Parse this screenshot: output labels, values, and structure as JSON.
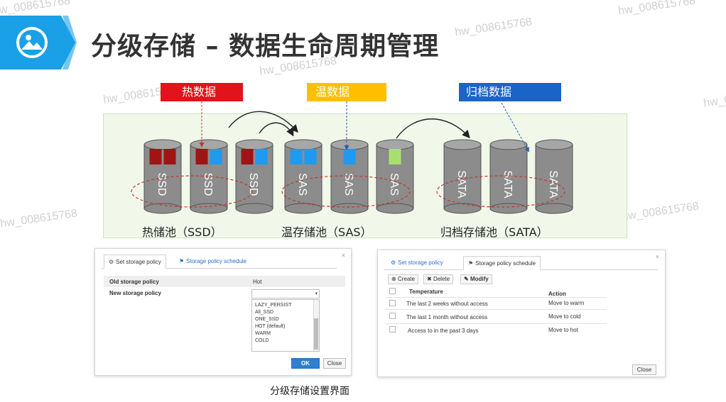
{
  "slide": {
    "title": "分级存储 – 数据生命周期管理",
    "caption": "分级存储设置界面",
    "watermark": "hw_008615768"
  },
  "diagram": {
    "tags": {
      "hot": "热数据",
      "warm": "温数据",
      "archive": "归档数据"
    },
    "pools": {
      "hot": "热储池（SSD）",
      "warm": "温存储池（SAS）",
      "archive": "归档存储池（SATA）"
    },
    "cylinders": [
      {
        "label": "SSD"
      },
      {
        "label": "SSD"
      },
      {
        "label": "SSD"
      },
      {
        "label": "SAS"
      },
      {
        "label": "SAS"
      },
      {
        "label": "SAS"
      },
      {
        "label": "SATA"
      },
      {
        "label": "SATA"
      },
      {
        "label": "SATA"
      }
    ],
    "colors": {
      "hot_block": "#a01414",
      "warm_block": "#1e9af0",
      "cold_block": "#a8e070",
      "cylinder": "#8c8c8c",
      "tag_hot": "#e0141a",
      "tag_warm": "#ffbf00",
      "tag_archive": "#1a64c8"
    }
  },
  "left_dialog": {
    "tabs": [
      {
        "label": "Set storage  policy",
        "icon": "gear-icon",
        "active": true
      },
      {
        "label": "Storage policy schedule",
        "icon": "flag-icon",
        "active": false
      }
    ],
    "old_policy_label": "Old storage policy",
    "old_policy_value": "Hot",
    "new_policy_label": "New storage policy",
    "new_policy_selected": "",
    "options": [
      "LAZY_PERSIST",
      "All_SSD",
      "ONE_SSD",
      "HOT (default)",
      "WARM",
      "COLD"
    ],
    "ok_label": "OK",
    "close_label": "Close"
  },
  "right_dialog": {
    "tabs": [
      {
        "label": "Set storage  policy",
        "icon": "gear-icon",
        "active": false
      },
      {
        "label": "Storage policy schedule",
        "icon": "flag-icon",
        "active": true
      }
    ],
    "toolbar": {
      "create_label": "Create",
      "delete_label": "Delete",
      "modify_label": "Modify"
    },
    "columns": [
      "Temperature",
      "Action"
    ],
    "rows": [
      {
        "temperature": "The last 2 weeks without access",
        "action": "Move to warm"
      },
      {
        "temperature": "The last 1 month without access",
        "action": "Move to cold"
      },
      {
        "temperature": "Access to in the past 3 days",
        "action": "Move to  hot"
      }
    ],
    "close_label": "Close"
  }
}
